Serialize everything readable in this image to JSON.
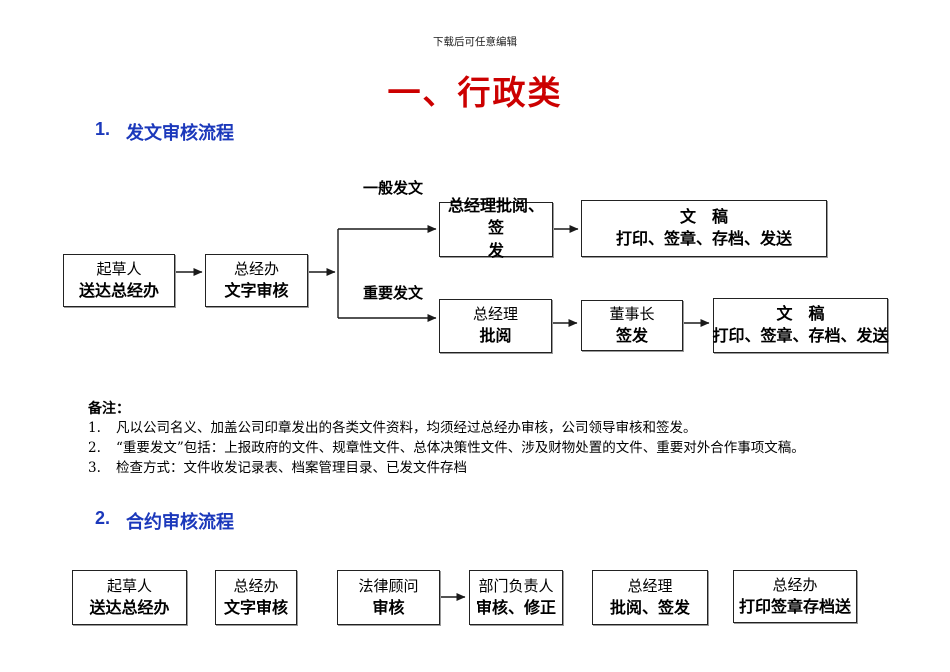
{
  "colors": {
    "title-red": "#cc0000",
    "heading-blue": "#1b38bb",
    "line-black": "#1a1a1a"
  },
  "header": {
    "watermark": "下载后可任意编辑",
    "title": "一、行政类"
  },
  "section1": {
    "num": "1.",
    "heading": "发文审核流程",
    "flow": {
      "drafter": {
        "line1": "起草人",
        "line2": "送达总经办"
      },
      "gm_office": {
        "line1": "总经办",
        "line2": "文字审核"
      },
      "branch_general": "一般发文",
      "branch_important": "重要发文",
      "gm_approve_sign": {
        "line1": "总经理批阅、签",
        "line2": "发"
      },
      "doc_general": {
        "line1": "文　稿",
        "line2": "打印、签章、存档、发送"
      },
      "gm_review": {
        "line1": "总经理",
        "line2": "批阅"
      },
      "chairman": {
        "line1": "董事长",
        "line2": "签发"
      },
      "doc_important": {
        "line1": "文　稿",
        "line2": "打印、签章、存档、发送"
      }
    },
    "notes": {
      "label": "备注：",
      "items": [
        {
          "num": "1.",
          "text": "凡以公司名义、加盖公司印章发出的各类文件资料，均须经过总经办审核，公司领导审核和签发。"
        },
        {
          "num": "2.",
          "text": "“重要发文”包括：上报政府的文件、规章性文件、总体决策性文件、涉及财物处置的文件、重要对外合作事项文稿。"
        },
        {
          "num": "3.",
          "text": "检查方式：文件收发记录表、档案管理目录、已发文件存档"
        }
      ]
    }
  },
  "section2": {
    "num": "2.",
    "heading": "合约审核流程",
    "boxes": [
      {
        "line1": "起草人",
        "line2": "送达总经办"
      },
      {
        "line1": "总经办",
        "line2": "文字审核"
      },
      {
        "line1": "法律顾问",
        "line2": "审核"
      },
      {
        "line1": "部门负责人",
        "line2": "审核、修正"
      },
      {
        "line1": "总经理",
        "line2": "批阅、签发"
      },
      {
        "line1": "总经办",
        "line2": "打印签章存档送"
      }
    ]
  }
}
